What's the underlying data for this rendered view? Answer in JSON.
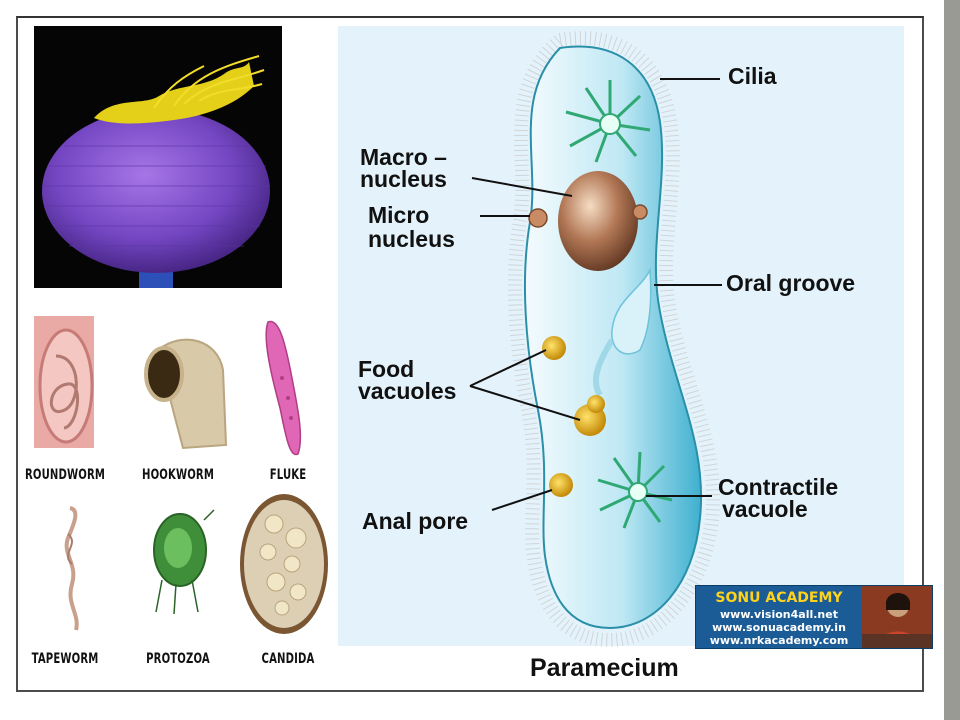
{
  "captions": [
    "ROUNDWORM",
    "HOOKWORM",
    "FLUKE",
    "TAPEWORM",
    "PROTOZOA",
    "CANDIDA"
  ],
  "labels": {
    "cilia": "Cilia",
    "macro_line1": "Macro –",
    "macro_line2": "nucleus",
    "micro_line1": "Micro",
    "micro_line2": "nucleus",
    "oral": "Oral groove",
    "food_line1": "Food",
    "food_line2": "vacuoles",
    "contractile_line1": "Contractile",
    "contractile_line2": "vacuole",
    "anal": "Anal pore"
  },
  "title": "Paramecium",
  "badge": {
    "brand": "SONU ACADEMY",
    "url1": "www.vision4all.net",
    "url2": "www.sonuacademy.in",
    "url3": "www.nrkacademy.com"
  }
}
